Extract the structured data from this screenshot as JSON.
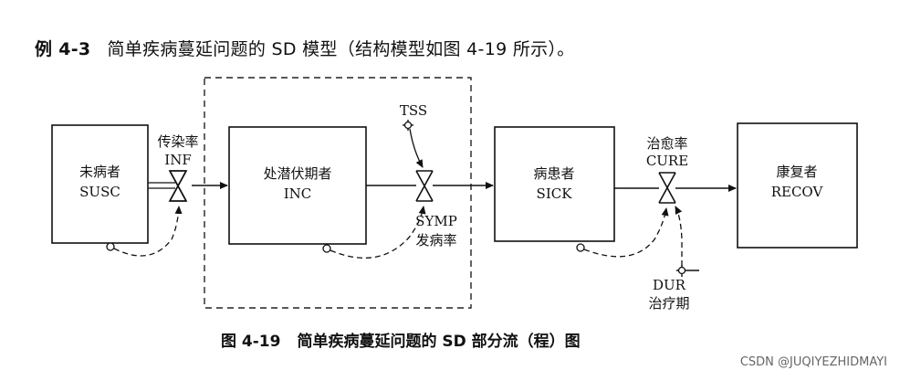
{
  "heading": {
    "label": "例 4-3",
    "text": "简单疾病蔓延问题的 SD 模型（结构模型如图 4-19 所示）。"
  },
  "stocks": {
    "susc": {
      "name": "未病者",
      "code": "SUSC"
    },
    "inc": {
      "name": "处潜伏期者",
      "code": "INC"
    },
    "sick": {
      "name": "病患者",
      "code": "SICK"
    },
    "recov": {
      "name": "康复者",
      "code": "RECOV"
    }
  },
  "rates": {
    "inf": {
      "name": "传染率",
      "code": "INF"
    },
    "symp": {
      "name": "发病率",
      "code": "SYMP"
    },
    "cure": {
      "name": "治愈率",
      "code": "CURE"
    }
  },
  "auxiliaries": {
    "tss": {
      "code": "TSS"
    },
    "dur": {
      "name": "治疗期",
      "code": "DUR"
    }
  },
  "caption": {
    "number": "图 4-19",
    "text": "简单疾病蔓延问题的 SD 部分流（程）图"
  },
  "watermark": "CSDN @JUQIYEZHIDMAYI"
}
